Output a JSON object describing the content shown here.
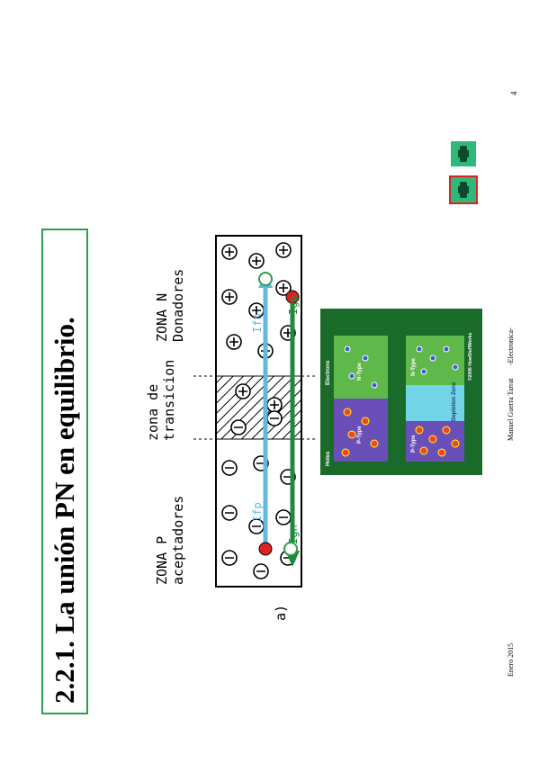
{
  "slide": {
    "title": "2.2.1. La unión PN en equilibrio.",
    "page_number": "4"
  },
  "footer": {
    "date": "Enero 2015",
    "author": "Manuel Guerra Tarrat",
    "course": "-Electronica-"
  },
  "diagram": {
    "figure_label": "a)",
    "zone_p_title": "ZONA P",
    "zone_p_sub": "aceptadores",
    "zone_transition_1": "zona de",
    "zone_transition_2": "transicion",
    "zone_n_title": "ZONA N",
    "zone_n_sub": "Donadores",
    "current_ifp": "Ifp",
    "current_ign": "Ign",
    "current_ifn": "Ifn",
    "current_igp": "Igp",
    "color_drift": "#62b8e0",
    "color_diffusion": "#1f8a3c"
  },
  "depletion_figure": {
    "label_holes": "Holes",
    "label_electrons": "Electrons",
    "label_ptype_1": "P-Type",
    "label_ntype_1": "N-Type",
    "label_ptype_2": "P-Type",
    "label_ntype_2": "N-Type",
    "label_depletion": "Depletion Zone",
    "label_credit": "©2006 HowStuffWorks",
    "color_background": "#1a6b2a",
    "color_ptype": "#6a4fb8",
    "color_ntype": "#5fb84a",
    "color_depletion": "#72d4e6"
  }
}
